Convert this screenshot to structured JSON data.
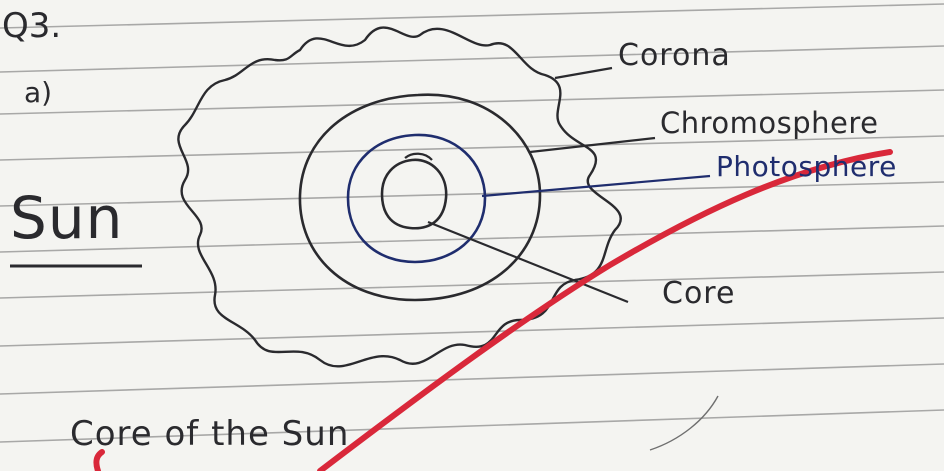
{
  "question": {
    "number": "Q3.",
    "part": "a)",
    "title": "Sun"
  },
  "diagram": {
    "labels": {
      "corona": "Corona",
      "chromosphere": "Chromosphere",
      "photosphere": "Photosphere",
      "core": "Core"
    }
  },
  "caption": "Core of the Sun",
  "colors": {
    "paper": "#f4f4f1",
    "rule_lines": "#8a8a8a",
    "ink": "#2a2a2e",
    "blue_ink": "#1f2d6e",
    "grading_mark": "#d9283a"
  }
}
